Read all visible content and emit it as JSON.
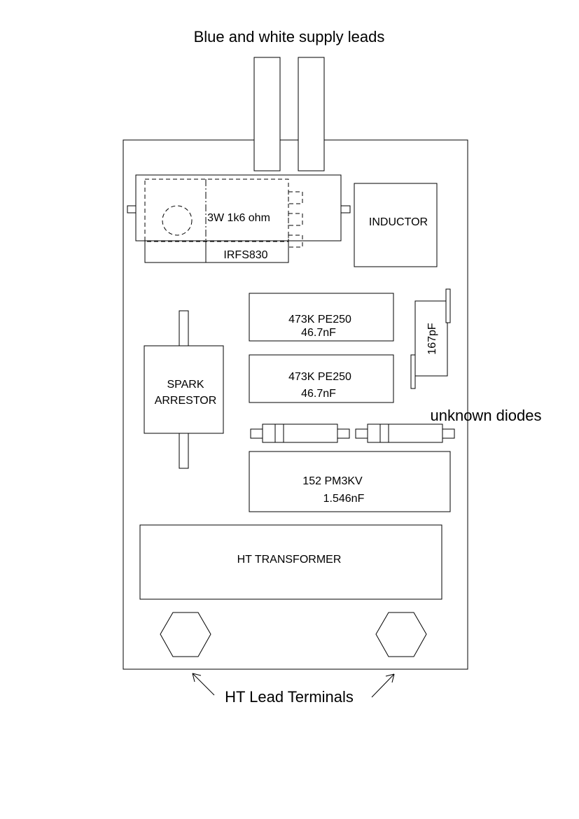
{
  "supply_leads_label": "Blue and white supply leads",
  "resistor": {
    "label": "3W 1k6 ohm"
  },
  "mosfet": {
    "label": "IRFS830"
  },
  "inductor": {
    "label": "INDUCTOR"
  },
  "capacitor_1": {
    "code": "473K  PE250",
    "value": "46.7nF"
  },
  "capacitor_2": {
    "code": "473K  PE250",
    "value": "46.7nF"
  },
  "small_capacitor": {
    "label": "167pF"
  },
  "spark_arrestor": {
    "line1": "SPARK",
    "line2": "ARRESTOR"
  },
  "diodes_label": "unknown diodes",
  "hv_capacitor": {
    "code": "152   PM3KV",
    "value": "1.546nF"
  },
  "transformer": {
    "label": "HT TRANSFORMER"
  },
  "terminals_label": "HT Lead Terminals"
}
